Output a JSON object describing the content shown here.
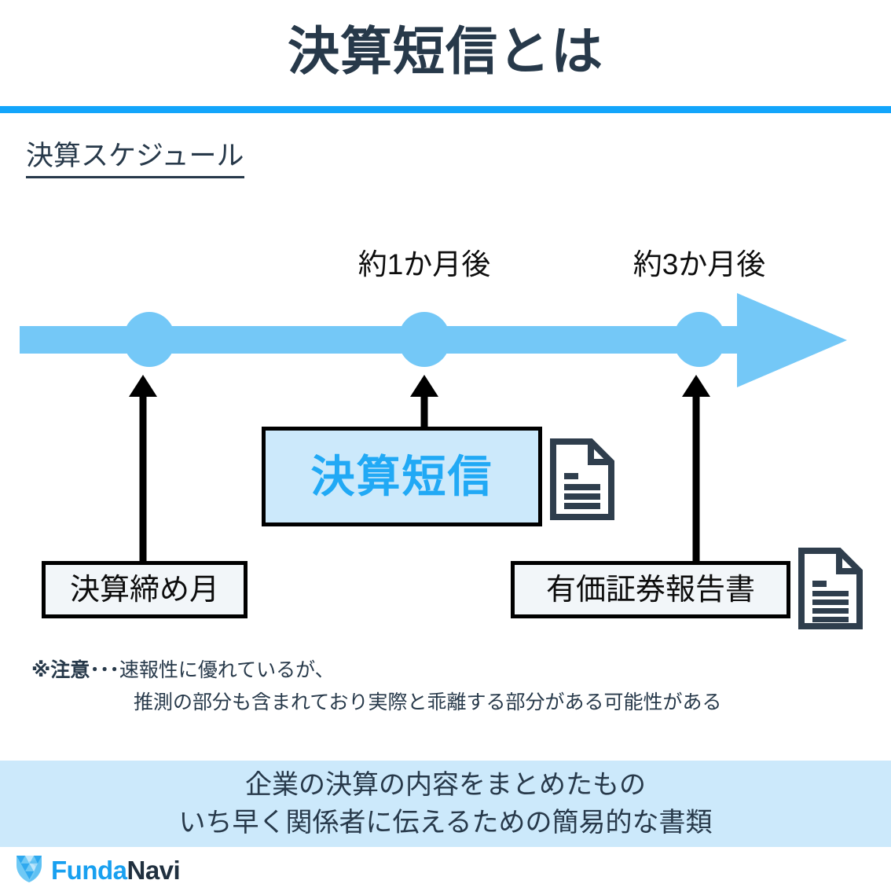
{
  "header": {
    "title": "決算短信とは",
    "rule_color": "#13a5fb",
    "section_subtitle": "決算スケジュール"
  },
  "timeline": {
    "bar_color": "#74c8f7",
    "dot_color": "#74c8f7",
    "labels": [
      {
        "text": "約1か月後"
      },
      {
        "text": "約3か月後"
      }
    ],
    "milestones": [
      {
        "name": "決算締め月",
        "label_above": ""
      },
      {
        "name": "決算短信",
        "label_above": "約1か月後"
      },
      {
        "name": "有価証券報告書",
        "label_above": "約3か月後"
      }
    ]
  },
  "callouts": {
    "kessan_tanshin": {
      "text": "決算短信",
      "fill": "#cce9fb",
      "text_color": "#21a9f5"
    },
    "kessan_shime": {
      "text": "決算締め月",
      "fill": "#f2f6f9",
      "text_color": "#0d0d0d"
    },
    "yuka_shoken": {
      "text": "有価証券報告書",
      "fill": "#f2f6f9",
      "text_color": "#0d0d0d"
    }
  },
  "note": {
    "prefix": "※注意",
    "separator": "･･･",
    "line1": "速報性に優れているが、",
    "line2": "推測の部分も含まれており実際と乖離する部分がある可能性がある"
  },
  "footer": {
    "banner_fill": "#cce9fb",
    "line1": "企業の決算の内容をまとめたもの",
    "line2": "いち早く関係者に伝えるための簡易的な書類",
    "brand_primary": "Funda",
    "brand_secondary": "Navi",
    "brand_primary_color": "#18a0f0",
    "brand_secondary_color": "#20303f"
  }
}
